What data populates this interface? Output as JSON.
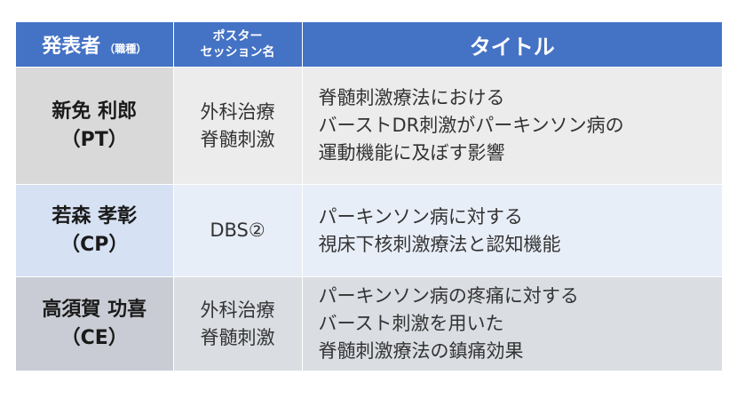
{
  "header": {
    "presenter": "発表者",
    "presenter_note": "（職種）",
    "session_line1": "ポスター",
    "session_line2": "セッション名",
    "title": "タイトル"
  },
  "rows": [
    {
      "name": "新免 利郎",
      "role": "（PT）",
      "session": [
        "外科治療",
        "脊髄刺激"
      ],
      "title": [
        "脊髄刺激療法における",
        "バーストDR刺激がパーキンソン病の",
        "運動機能に及ぼす影響"
      ]
    },
    {
      "name": "若森 孝彰",
      "role": "（CP）",
      "session": [
        "DBS②"
      ],
      "title": [
        "パーキンソン病に対する",
        "視床下核刺激療法と認知機能"
      ]
    },
    {
      "name": "高須賀 功喜",
      "role": "（CE）",
      "session": [
        "外科治療",
        "脊髄刺激"
      ],
      "title": [
        "パーキンソン病の疼痛に対する",
        "バースト刺激を用いた",
        "脊髄刺激療法の鎮痛効果"
      ]
    }
  ]
}
